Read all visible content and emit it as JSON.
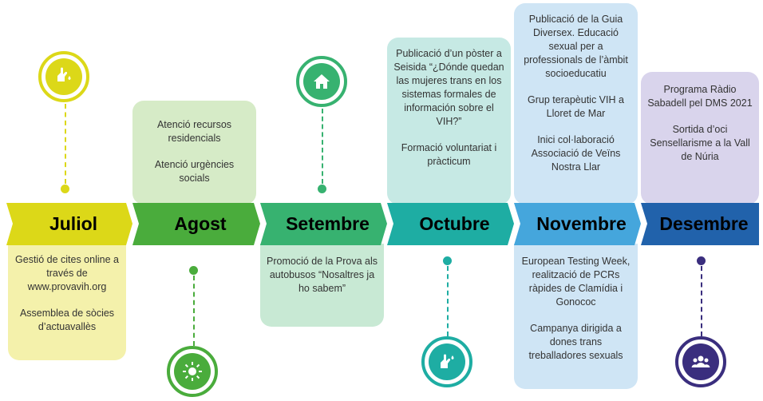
{
  "months": [
    {
      "label": "Juliol",
      "color": "#dcd818",
      "text_color": "#1a1a1a",
      "card": [
        "Gestió de cites online a través de www.provavih.org",
        "Assemblea de sòcies d’actuavallès"
      ],
      "card_bg": "#f4f1ab",
      "icon": "hand-drop-icon"
    },
    {
      "label": "Agost",
      "color": "#4aac3c",
      "text_color": "#1a1a1a",
      "card": [
        "Atenció recursos residencials",
        "Atenció urgències socials"
      ],
      "card_bg": "#d6ebc7",
      "icon": "sun-icon"
    },
    {
      "label": "Setembre",
      "color": "#37b270",
      "text_color": "#1a1a1a",
      "card": [
        "Promoció de la Prova als autobusos “Nosaltres ja ho sabem”"
      ],
      "card_bg": "#c8e9d4",
      "icon": "house-icon"
    },
    {
      "label": "Octubre",
      "color": "#1eada3",
      "text_color": "#1a1a1a",
      "card": [
        "Publicació d’un pòster a Seisida “¿Dónde quedan las mujeres trans en los sistemas formales de información sobre el VIH?”",
        "Formació voluntariat i pràcticum"
      ],
      "card_bg": "#c6e9e4",
      "icon": "hand-drop-icon"
    },
    {
      "label": "Novembre",
      "color": "#45a6dc",
      "text_color": "#1a1a1a",
      "card_top": [
        "Publicació de la Guia Diversex. Educació sexual per a professionals de l’àmbit socioeducatiu",
        "Grup terapèutic VIH a Lloret de Mar",
        "Inici col·laboració Associació de Veïns Nostra Llar"
      ],
      "card": [
        "European Testing Week, realització de PCRs ràpides de Clamídia i Gonococ",
        "Campanya dirigida a dones trans treballadores sexuals"
      ],
      "card_bg": "#cfe5f5",
      "icon": "none"
    },
    {
      "label": "Desembre",
      "color": "#2162ab",
      "text_color": "#1a1a1a",
      "card_top": [
        "Programa Ràdio Sabadell pel DMS 2021",
        "Sortida d’oci Sensellarisme a la Vall de Núria"
      ],
      "card_bg": "#d9d4ec",
      "icon": "people-icon",
      "icon_color": "#3a2e7e"
    }
  ]
}
